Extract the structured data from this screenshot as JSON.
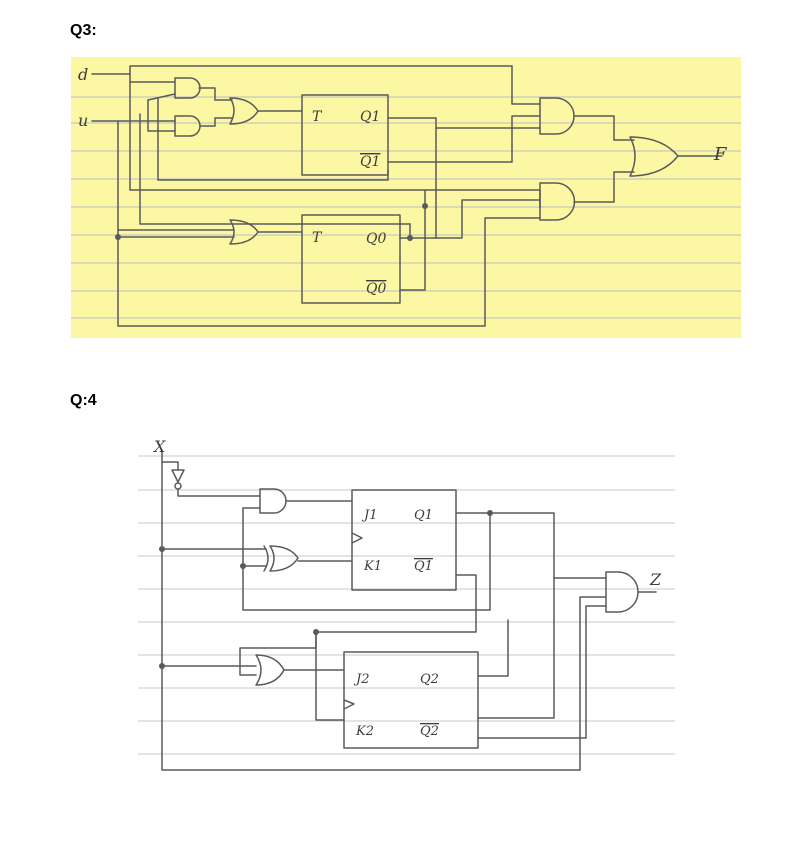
{
  "q3": {
    "title": "Q3:",
    "inputs": {
      "d": "d",
      "u": "u"
    },
    "ff1": {
      "t": "T",
      "q": "Q1",
      "qbar": "Q1"
    },
    "ff0": {
      "t": "T",
      "q": "Q0",
      "qbar": "Q0"
    },
    "output": "F"
  },
  "q4": {
    "title": "Q:4",
    "input": "X",
    "ff1": {
      "j": "J1",
      "k": "K1",
      "q": "Q1",
      "qbar": "Q1"
    },
    "ff2": {
      "j": "J2",
      "k": "K2",
      "q": "Q2",
      "qbar": "Q2"
    },
    "output": "Z"
  }
}
